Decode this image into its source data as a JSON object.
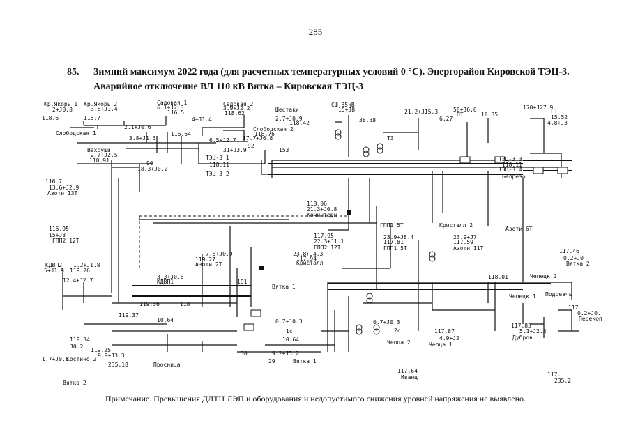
{
  "page_number": "285",
  "figure": {
    "number": "85.",
    "title": "Зимний максимум 2022 года (для расчетных температурных условий 0 °C). Энергорайон Кировской ТЭЦ-3. Аварийное отключение ВЛ 110 кВ Вятка – Кировская ТЭЦ-3"
  },
  "labels": [
    "Кр.Якорь 1",
    "2+J0.8",
    "Кр.Якорь 2",
    "3.8+J1.4",
    "118.6",
    "118.7",
    "Садовая 1",
    "6.1+J2.3",
    "116.5",
    "Садовая 2",
    "3.9+J2.2",
    "118.62",
    "Шестаки",
    "2.7+J0.9",
    "118.42",
    "СШ 35кВ",
    "15+J8",
    "38.38",
    "21.2+J15.3",
    "6.27",
    "58+J6.6",
    "ПТ",
    "10.35",
    "170+J27.9",
    "ГТ",
    "15.52",
    "4.8+J3",
    "2.1+J0.6",
    "Слободская 1",
    "3.8+J1.3",
    "116.64",
    "4+J1.4",
    "Слободская 2",
    "118.76",
    "6.5+J2.7",
    "17.7+J6.8",
    "92",
    "31+J3.9",
    "153",
    "ТЭЦ-3 1",
    "118.11",
    "ТЭЦ-3 2",
    "Вахруши",
    "2.7+J2.5",
    "118.91",
    "90",
    "18.3+J0.2",
    "Т3",
    "ТЭЦ-3 3",
    "118.11",
    "ТЭЦ-3 4",
    "Белрезо",
    "116.7",
    "13.6+J2.9",
    "Азоти 13Т",
    "118.06",
    "21.3+J0.8",
    "Коминтерн",
    "116.95",
    "15+J8",
    "ГПП2 12Т",
    "ГПП1 5Т",
    "Кристалл 2",
    "Азоти 6Т",
    "117.95",
    "22.3+J1.1",
    "ГПП2 12Т",
    "23.9+J8.4",
    "117.81",
    "ГПП1 5Т",
    "23.9+J7",
    "117.59",
    "Азоти 11Т",
    "7.6+J0.9",
    "119.27",
    "Азоти 2Т",
    "23.8+J4.3",
    "117.94",
    "Кристалл",
    "3.3+J0.6",
    "КДВП1",
    "КДВП2",
    "1.2+J1.8",
    "5+J1.9",
    "119.26",
    "12.4+J2.7",
    "191",
    "Вятка 1",
    "119.36",
    "118",
    "118.01",
    "Чепецк 1",
    "Чепецк 2",
    "Подрезчь",
    "117.46",
    "0.2+J0",
    "Вятка 2",
    "119.37",
    "10.64",
    "0.7+J0.3",
    "1с",
    "10.64",
    "0.7+J0.3",
    "2с",
    "Чепца 2",
    "117.87",
    "4.9+J2",
    "Чепца 1",
    "117.83",
    "5.1+J2.3",
    "Дубров",
    "117.",
    "0.2+J0.",
    "Перекоп",
    "119.34",
    "J0.2",
    "1.7+J0.6",
    "Костино 2",
    "119.25",
    "9.9+J3.3",
    "30",
    "9.2+J5.2",
    "29",
    "Вятка 1",
    "235.18",
    "Просница",
    "117.64",
    "Иванц",
    "117.",
    "235.2",
    "Вятка 2"
  ],
  "footnote": "Примечание. Превышения ДДТН ЛЭП и оборудования и недопустимого снижения уровней напряжения не выявлено."
}
